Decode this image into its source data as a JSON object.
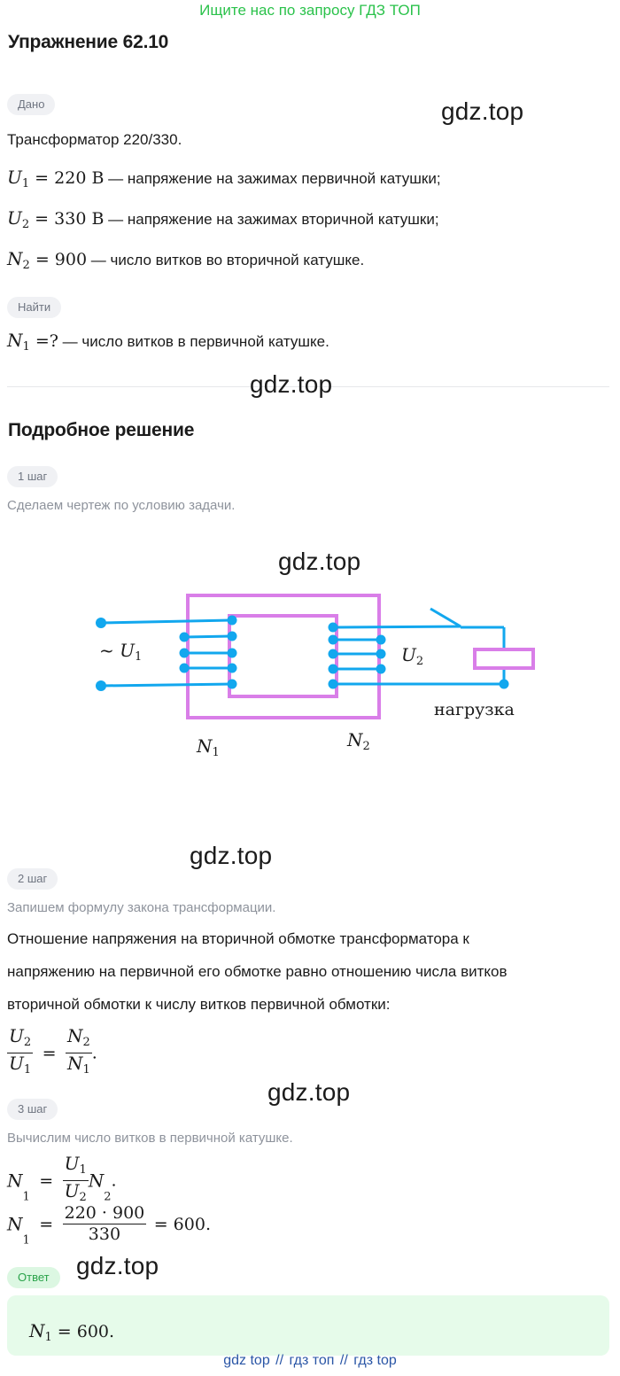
{
  "banner": "Ищите нас по запросу ГДЗ ТОП",
  "title": "Упражнение 62.10",
  "watermark": "gdz.top",
  "given": {
    "pill": "Дано",
    "intro": "Трансформатор 220/330.",
    "lines": [
      {
        "sym": "U",
        "sub": "1",
        "eq": " =  220 В",
        "desc": " — напряжение на зажимах первичной катушки;"
      },
      {
        "sym": "U",
        "sub": "2",
        "eq": " =  330 В",
        "desc": " — напряжение на зажимах вторичной катушки;"
      },
      {
        "sym": "N",
        "sub": "2",
        "eq": " =  900",
        "desc": " — число витков во вторичной катушке."
      }
    ]
  },
  "find": {
    "pill": "Найти",
    "sym": "N",
    "sub": "1",
    "eq": " =?",
    "desc": " — число витков в первичной катушке."
  },
  "solution": {
    "title": "Подробное решение",
    "step1": {
      "pill": "1 шаг",
      "hint": "Сделаем чертеж по условию задачи."
    },
    "diagram": {
      "u1_label": "~ U",
      "u1_sub": "1",
      "u2_label": "U",
      "u2_sub": "2",
      "n1_label": "N",
      "n1_sub": "1",
      "n2_label": "N",
      "n2_sub": "2",
      "load_label": "нагрузка",
      "colors": {
        "core": "#d97ee8",
        "wire": "#12a7ee",
        "load": "#d97ee8"
      }
    },
    "step2": {
      "pill": "2 шаг",
      "hint": "Запишем формулу закона трансформации.",
      "lines": [
        "Отношение напряжения на вторичной обмотке трансформатора к",
        "напряжению на первичной его обмотке равно отношению числа витков",
        "вторичной обмотки к числу витков первичной обмотки:"
      ],
      "formula": {
        "num1": "U",
        "num1_sub": "2",
        "den1": "U",
        "den1_sub": "1",
        "num2": "N",
        "num2_sub": "2",
        "den2": "N",
        "den2_sub": "1",
        "tail": "."
      }
    },
    "step3": {
      "pill": "3 шаг",
      "hint": "Вычислим число витков в первичной катушке.",
      "f1": {
        "lhs": "N",
        "lhs_sub": "1",
        "num": "U",
        "num_sub": "1",
        "den": "U",
        "den_sub": "2",
        "rhs": "N",
        "rhs_sub": "2",
        "tail": "."
      },
      "f2": {
        "lhs": "N",
        "lhs_sub": "1",
        "num": "220 · 900",
        "den": "330",
        "result": "= 600."
      }
    }
  },
  "answer": {
    "pill": "Ответ",
    "sym": "N",
    "sub": "1",
    "value": "= 600."
  },
  "footer": {
    "a": "gdz top",
    "sep": "//",
    "b": "гдз топ",
    "c": "гдз top"
  }
}
